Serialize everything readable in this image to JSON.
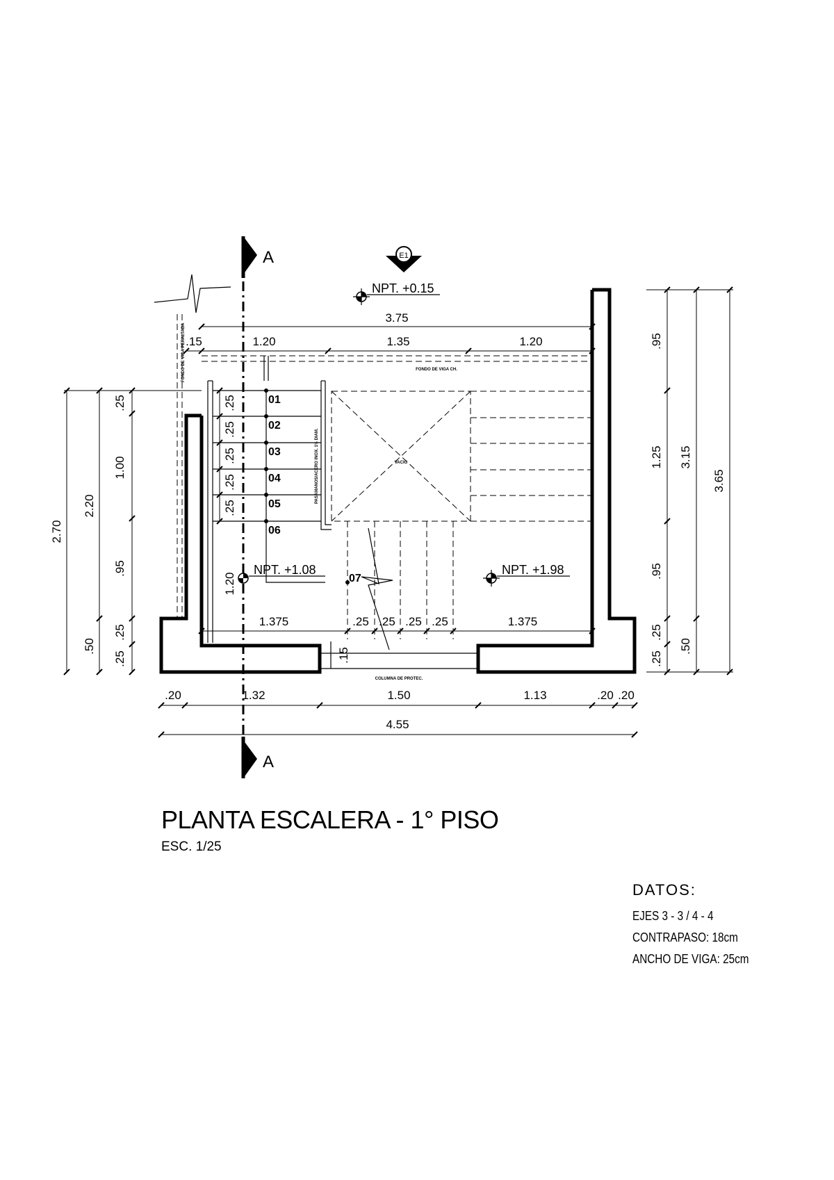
{
  "section_label": "A",
  "elevation_tag": "E1",
  "levels": {
    "top": "NPT. +0.15",
    "left": "NPT. +1.08",
    "right": "NPT. +1.98"
  },
  "steps": [
    "01",
    "02",
    "03",
    "04",
    "05",
    "06",
    "07"
  ],
  "annotations": {
    "beam_top": "FONDO DE VIGA CH.",
    "beam_left": "FONDO DE VIGA PERALTADA",
    "baranda": "PASAMANOS/ACERO INOX. 1½ DIAM.",
    "void": "VACIO",
    "bottom_beam": "COLUMNA DE PROTEC."
  },
  "dims": {
    "top_total": "3.75",
    "top_a": ".15",
    "top_b": "1.20",
    "top_c": "1.35",
    "top_d": "1.20",
    "tread": ".25",
    "landing_w": "1.20",
    "mid_left": "1.375",
    "mid_right": "1.375",
    "mid_opening": ".15",
    "bot_a": ".20",
    "bot_b": "1.32",
    "bot_c": "1.50",
    "bot_d": "1.13",
    "bot_e": ".20",
    "bot_f": ".20",
    "bot_total": "4.55",
    "left_25a": ".25",
    "left_100": "1.00",
    "left_95": ".95",
    "left_25b": ".25",
    "left_25c": ".25",
    "left_220": "2.20",
    "left_50": ".50",
    "left_270": "2.70",
    "right_95a": ".95",
    "right_125": "1.25",
    "right_95b": ".95",
    "right_25a": ".25",
    "right_25b": ".25",
    "right_50": ".50",
    "right_315": "3.15",
    "right_365": "3.65"
  },
  "title": "PLANTA ESCALERA - 1° PISO",
  "scale": "ESC. 1/25",
  "datos": {
    "heading": "DATOS:",
    "lines": [
      "EJES 3 - 3 / 4 - 4",
      "CONTRAPASO: 18cm",
      "ANCHO DE VIGA: 25cm"
    ]
  }
}
